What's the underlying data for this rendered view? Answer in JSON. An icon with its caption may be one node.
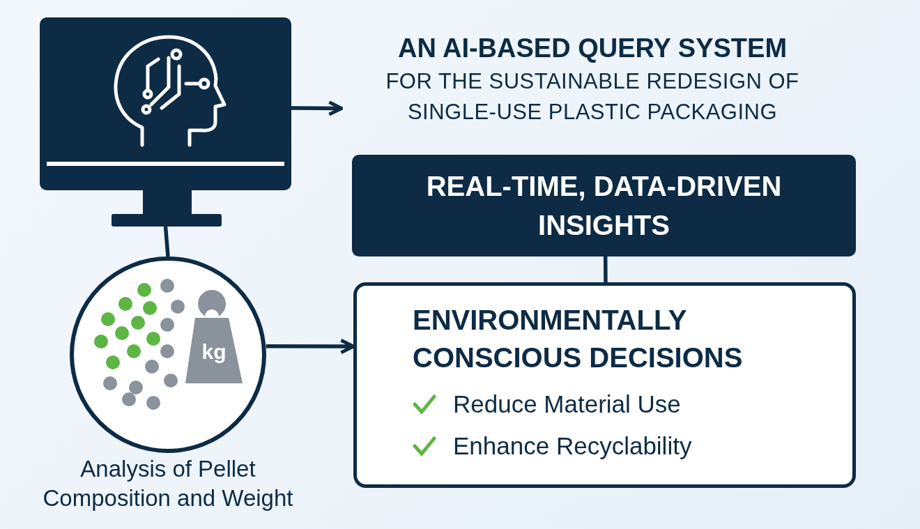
{
  "diagram": {
    "nodes": [
      {
        "text": [],
        "shape": "picture"
      },
      {
        "text": [
          "AN AI-BASED QUERY SYSTEM",
          "FOR THE SUSTAINABLE REDESIGN OF SINGLE-USE PLASTIC PACKAGING"
        ]
      },
      {
        "text": [],
        "shape": "circle",
        "beside": [
          "Analysis of Pellet Composition and Weight"
        ]
      },
      {
        "text": [
          "REAL-TIME, DATA-DRIVEN INSIGHTS"
        ]
      },
      {
        "text": [
          "ENVIRONMENTALLY CONSCIOUS DECISIONS",
          "Reduce Material Use",
          "Enhance Recyclability"
        ]
      }
    ],
    "edges": [
      {
        "from": 0,
        "to": 1,
        "arrow": "to"
      },
      {
        "from": 0,
        "to": 2,
        "arrow": "none"
      },
      {
        "from": 2,
        "to": 4,
        "arrow": "to"
      },
      {
        "from": 3,
        "to": 4,
        "arrow": "none"
      }
    ],
    "labels": [
      "kg"
    ]
  }
}
